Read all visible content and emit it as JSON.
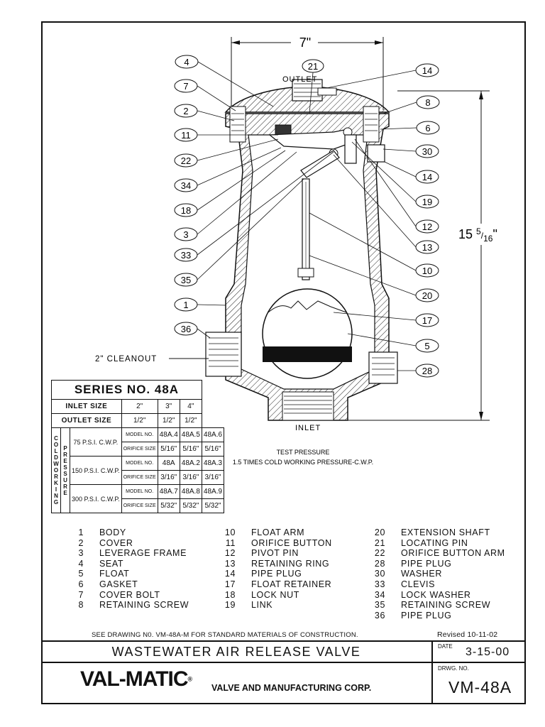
{
  "drawing": {
    "dimension_width": "7\"",
    "dimension_height_whole": "15",
    "dimension_height_frac_num": "5",
    "dimension_height_frac_den": "16",
    "dimension_height_unit": "\"",
    "label_outlet": "OUTLET",
    "label_inlet": "INLET",
    "label_cleanout": "2\" CLEANOUT",
    "test_pressure_line1": "TEST PRESSURE",
    "test_pressure_line2": "1.5 TIMES COLD WORKING PRESSURE-C.W.P.",
    "callouts_left": [
      "4",
      "7",
      "2",
      "11",
      "22",
      "34",
      "18",
      "3",
      "33",
      "35",
      "1",
      "36"
    ],
    "callouts_right": [
      "14",
      "8",
      "6",
      "30",
      "14",
      "19",
      "12",
      "13",
      "10",
      "20",
      "17",
      "5",
      "28"
    ],
    "callout_top": "21"
  },
  "series_table": {
    "title": "SERIES NO. 48A",
    "inlet_label": "INLET SIZE",
    "inlet_sizes": [
      "2\"",
      "3\"",
      "4\""
    ],
    "outlet_label": "OUTLET SIZE",
    "outlet_sizes": [
      "1/2\"",
      "1/2\"",
      "1/2\""
    ],
    "vertical_label_1": "COLD WORKING",
    "vertical_label_2": "PRESSURE",
    "model_label": "MODEL NO.",
    "orifice_label": "ORIFICE SIZE",
    "rows": [
      {
        "pressure": "75 P.S.I. C.W.P.",
        "models": [
          "48A.4",
          "48A.5",
          "48A.6"
        ],
        "orifice": [
          "5/16\"",
          "5/16\"",
          "5/16\""
        ]
      },
      {
        "pressure": "150 P.S.I. C.W.P.",
        "models": [
          "48A",
          "48A.2",
          "48A.3"
        ],
        "orifice": [
          "3/16\"",
          "3/16\"",
          "3/16\""
        ]
      },
      {
        "pressure": "300 P.S.I. C.W.P.",
        "models": [
          "48A.7",
          "48A.8",
          "48A.9"
        ],
        "orifice": [
          "5/32\"",
          "5/32\"",
          "5/32\""
        ]
      }
    ]
  },
  "parts": {
    "col1": [
      {
        "num": "1",
        "name": "BODY"
      },
      {
        "num": "2",
        "name": "COVER"
      },
      {
        "num": "3",
        "name": "LEVERAGE FRAME"
      },
      {
        "num": "4",
        "name": "SEAT"
      },
      {
        "num": "5",
        "name": "FLOAT"
      },
      {
        "num": "6",
        "name": "GASKET"
      },
      {
        "num": "7",
        "name": "COVER BOLT"
      },
      {
        "num": "8",
        "name": "RETAINING SCREW"
      }
    ],
    "col2": [
      {
        "num": "10",
        "name": "FLOAT ARM"
      },
      {
        "num": "11",
        "name": "ORIFICE BUTTON"
      },
      {
        "num": "12",
        "name": "PIVOT PIN"
      },
      {
        "num": "13",
        "name": "RETAINING RING"
      },
      {
        "num": "14",
        "name": "PIPE PLUG"
      },
      {
        "num": "17",
        "name": "FLOAT RETAINER"
      },
      {
        "num": "18",
        "name": "LOCK NUT"
      },
      {
        "num": "19",
        "name": "LINK"
      }
    ],
    "col3": [
      {
        "num": "20",
        "name": "EXTENSION SHAFT"
      },
      {
        "num": "21",
        "name": "LOCATING PIN"
      },
      {
        "num": "22",
        "name": "ORIFICE BUTTON ARM"
      },
      {
        "num": "28",
        "name": "PIPE PLUG"
      },
      {
        "num": "30",
        "name": "WASHER"
      },
      {
        "num": "33",
        "name": "CLEVIS"
      },
      {
        "num": "34",
        "name": "LOCK WASHER"
      },
      {
        "num": "35",
        "name": "RETAINING SCREW"
      },
      {
        "num": "36",
        "name": "PIPE PLUG"
      }
    ]
  },
  "footer": {
    "materials_note": "SEE DRAWING N0. VM-48A-M FOR STANDARD MATERIALS OF CONSTRUCTION.",
    "revised": "Revised 10-11-02",
    "title": "WASTEWATER AIR RELEASE VALVE",
    "date_label": "DATE",
    "date_value": "3-15-00",
    "drwg_label": "DRWG. NO.",
    "drwg_value": "VM-48A",
    "logo_text": "VAL-MATIC",
    "logo_reg": "®",
    "company": "VALVE AND MANUFACTURING CORP."
  }
}
